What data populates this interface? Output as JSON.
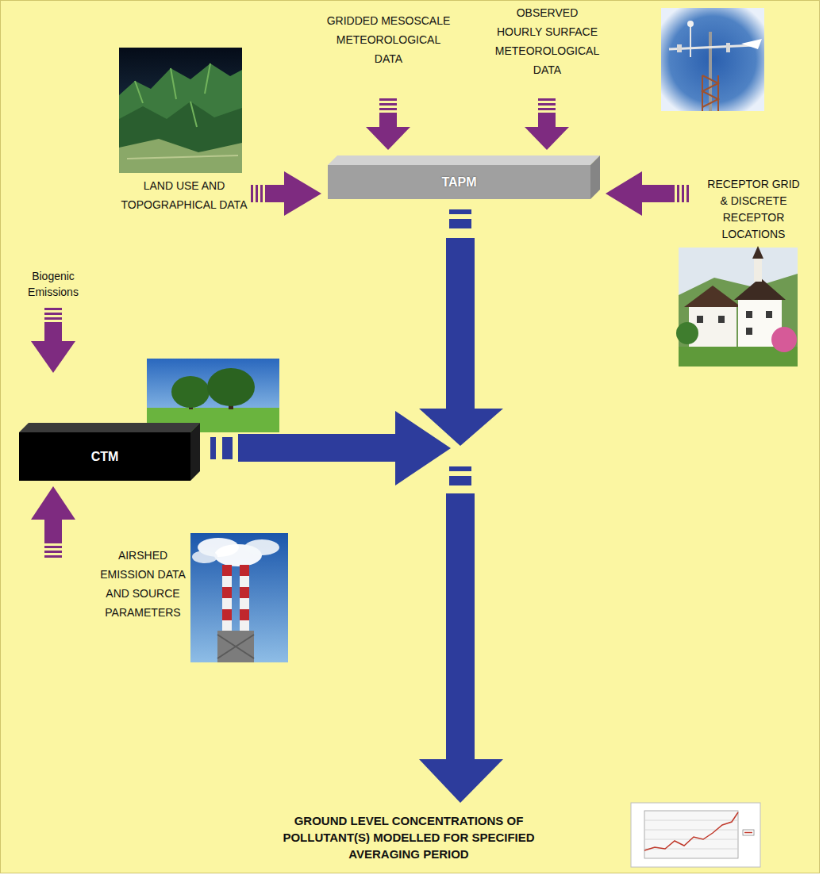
{
  "diagram": {
    "nodes": [
      {
        "text": [
          "TAPM"
        ]
      },
      {
        "text": [
          "CTM"
        ]
      }
    ],
    "labels": [
      "GRIDDED MESOSCALE METEOROLOGICAL DATA",
      "OBSERVED HOURLY SURFACE METEOROLOGICAL DATA",
      "LAND USE AND TOPOGRAPHICAL DATA",
      "RECEPTOR GRID & DISCRETE RECEPTOR LOCATIONS",
      "Biogenic Emissions",
      "AIRSHED EMISSION DATA AND SOURCE PARAMETERS",
      "GROUND LEVEL CONCENTRATIONS OF POLLUTANT(S) MODELLED FOR SPECIFIED AVERAGING PERIOD"
    ]
  }
}
